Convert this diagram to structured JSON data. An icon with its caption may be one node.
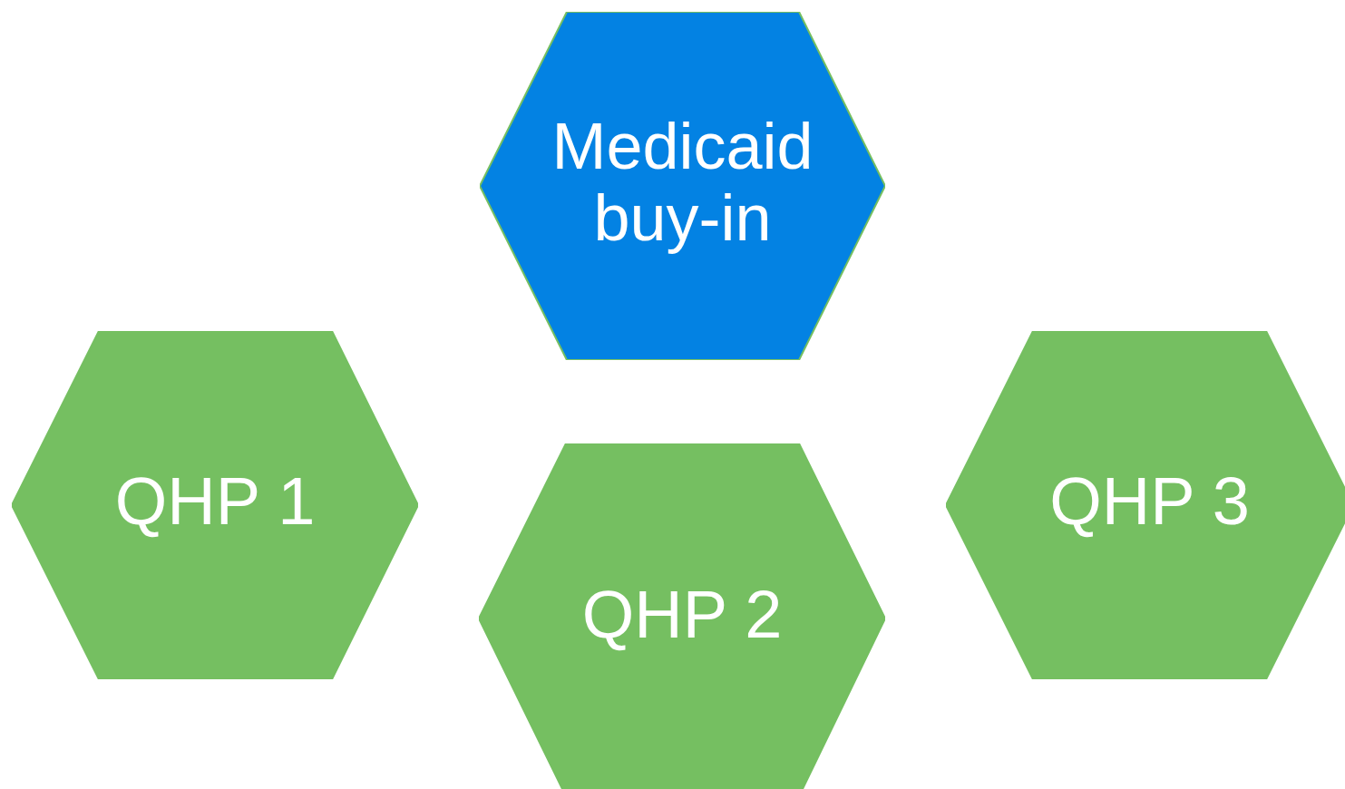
{
  "diagram": {
    "nodes": [
      {
        "text": [
          "Medicaid buy-in"
        ]
      },
      {
        "text": [
          "QHP 1"
        ]
      },
      {
        "text": [
          "QHP 2"
        ]
      },
      {
        "text": [
          "QHP 3"
        ]
      }
    ]
  }
}
